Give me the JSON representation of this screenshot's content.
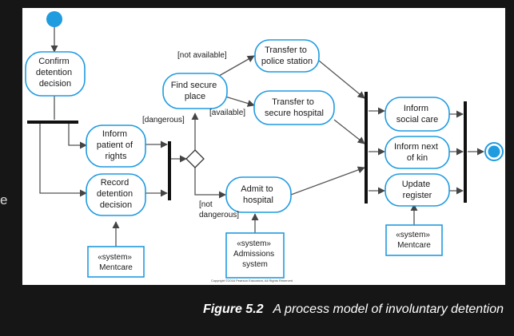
{
  "figure": {
    "nodes": {
      "confirm": [
        "Confirm",
        "detention",
        "decision"
      ],
      "inform_patient": [
        "Inform",
        "patient of",
        "rights"
      ],
      "record": [
        "Record",
        "detention",
        "decision"
      ],
      "find_place": [
        "Find secure",
        "place"
      ],
      "police": [
        "Transfer to",
        "police station"
      ],
      "hospital_transfer": [
        "Transfer to",
        "secure hospital"
      ],
      "admit": [
        "Admit to",
        "hospital"
      ],
      "social": [
        "Inform",
        "social care"
      ],
      "next_of_kin": [
        "Inform next",
        "of kin"
      ],
      "register": [
        "Update",
        "register"
      ]
    },
    "systems": {
      "mentcare_left": [
        "«system»",
        "Mentcare"
      ],
      "admissions": [
        "«system»",
        "Admissions",
        "system"
      ],
      "mentcare_right": [
        "«system»",
        "Mentcare"
      ]
    },
    "guards": {
      "dangerous": "[dangerous]",
      "not_available": "[not available]",
      "available": "[available]",
      "not_dangerous_1": "[not",
      "not_dangerous_2": "dangerous]"
    },
    "copyright": "Copyright ©2016 Pearson Education, All Rights Reserved"
  },
  "left_edge_glyph": "e",
  "caption": {
    "number": "Figure 5.2",
    "title": "A process model of involuntary detention"
  },
  "colors": {
    "node_stroke": "#1f9be0",
    "start_end": "#1f9be0",
    "bar": "#111111",
    "arrow": "#444444",
    "background": "#161616",
    "figure_bg": "#ffffff"
  }
}
